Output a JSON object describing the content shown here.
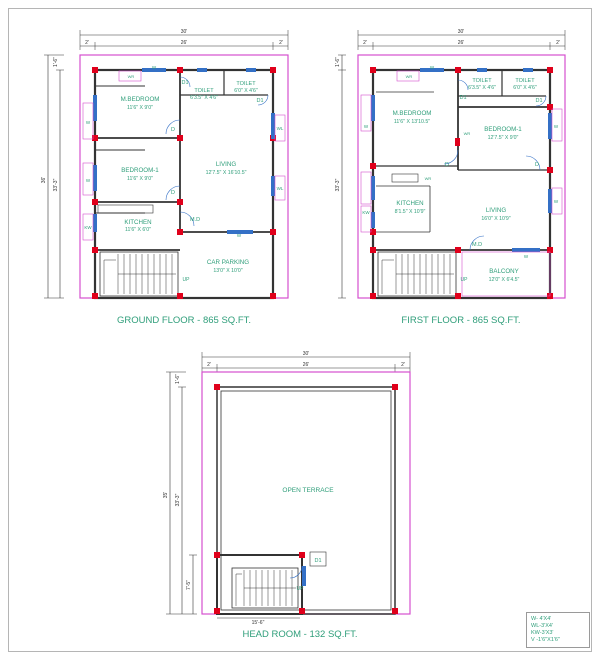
{
  "drawing": {
    "ground_title": "GROUND FLOOR - 865 SQ.FT.",
    "first_title": "FIRST FLOOR - 865 SQ.FT.",
    "head_title": "HEAD ROOM - 132 SQ.FT.",
    "colors": {
      "label": "#2f9e7a",
      "boundary": "#d64fcf",
      "column": "#e0001b",
      "window": "#3470c6",
      "wall": "#333333"
    }
  },
  "ground_floor": {
    "dims": {
      "total_w": "30'",
      "left_set": "2'",
      "inner_w": "26'",
      "right_set": "2'",
      "total_h": "36'",
      "inner_h": "33'-3\"",
      "top_set": "1'-6\""
    },
    "rooms": {
      "m_bedroom": "M.BEDROOM",
      "m_bedroom_size": "11'6\" X 9'0\"",
      "bedroom1": "BEDROOM-1",
      "bedroom1_size": "11'6\" X 9'0\"",
      "kitchen": "KITCHEN",
      "kitchen_size": "11'6\" X 6'0\"",
      "toilet_a": "TOILET",
      "toilet_a_size": "6'3.5\" X 4'6\"",
      "toilet_b": "TOILET",
      "toilet_b_size": "6'0\" X 4'6\"",
      "living": "LIVING",
      "living_size": "12'7.5\" X 16'10.5\"",
      "car_parking": "CAR PARKING",
      "car_parking_size": "13'0\" X 10'0\"",
      "md": "M.D",
      "d": "D",
      "d1": "D1",
      "w": "W",
      "wl": "WL",
      "kw": "KW",
      "wr": "WR",
      "up": "UP"
    }
  },
  "first_floor": {
    "dims": {
      "total_w": "30'",
      "left_set": "2'",
      "inner_w": "26'",
      "right_set": "2'",
      "inner_h": "33'-3\"",
      "top_set": "1'-6\""
    },
    "rooms": {
      "m_bedroom": "M.BEDROOM",
      "m_bedroom_size": "11'6\" X 13'10.5\"",
      "bedroom1": "BEDROOM-1",
      "bedroom1_size": "12'7.5\" X 9'0\"",
      "kitchen": "KITCHEN",
      "kitchen_size": "8'1.5\" X 10'9\"",
      "living": "LIVING",
      "living_size": "16'0\" X 10'9\"",
      "toilet_a": "TOILET",
      "toilet_a_size": "6'3.5\" X 4'6\"",
      "toilet_b": "TOILET",
      "toilet_b_size": "6'0\" X 4'6\"",
      "balcony": "BALCONY",
      "balcony_size": "12'0\" X 6'4.5\"",
      "md": "M.D",
      "d": "D",
      "d1": "D1",
      "w": "W",
      "kw": "KW",
      "wr": "WR",
      "up": "UP"
    }
  },
  "head_room": {
    "dims": {
      "total_w": "30'",
      "left_set": "2'",
      "inner_w": "26'",
      "right_set": "2'",
      "total_h": "35'",
      "inner_h": "33'-3\"",
      "top_set": "1'-6\"",
      "stair_h": "7'-5\"",
      "stair_w": "15'-6\""
    },
    "labels": {
      "terrace": "OPEN TERRACE",
      "d1": "D1",
      "up": "UP"
    }
  },
  "legend": [
    "W- 4'X4'",
    "WL-3'X4'",
    "KW-3'X3'",
    "V -1'6\"X1'6\""
  ]
}
